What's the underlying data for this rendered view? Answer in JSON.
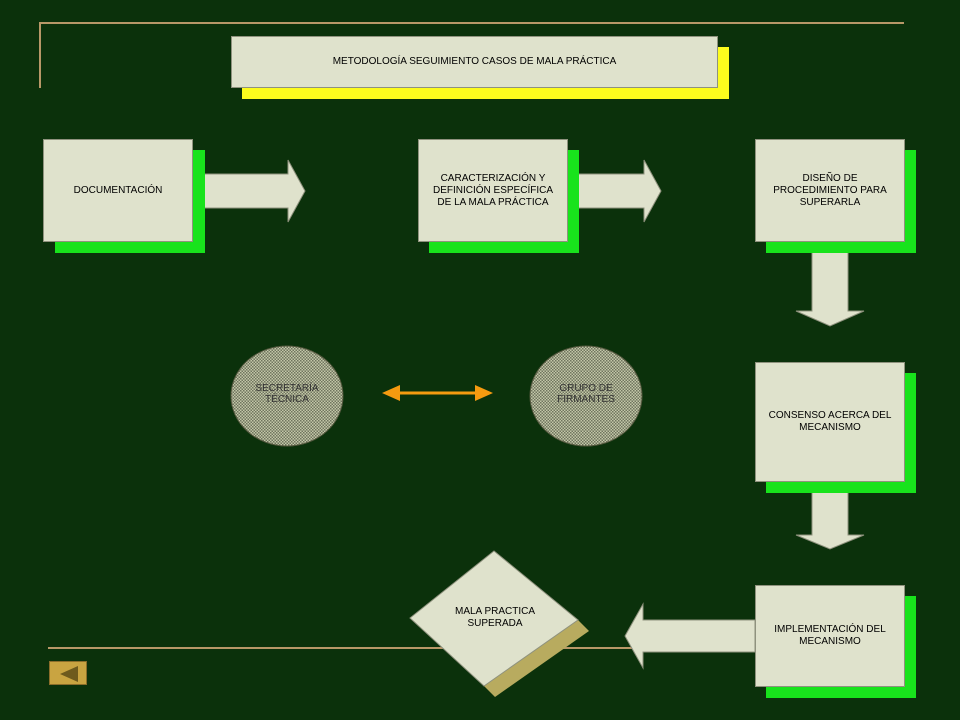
{
  "title": "METODOLOGÍA SEGUIMIENTO CASOS DE MALA PRÁCTICA",
  "steps": {
    "documentacion": "DOCUMENTACIÓN",
    "caracterizacion": "CARACTERIZACIÓN Y DEFINICIÓN ESPECÍFICA DE LA MALA PRÁCTICA",
    "diseno": "DISEÑO DE PROCEDIMIENTO PARA SUPERARLA",
    "consenso": "CONSENSO ACERCA DEL MECANISMO",
    "implementacion": "IMPLEMENTACIÓN DEL MECANISMO",
    "superada": "MALA PRACTICA SUPERADA"
  },
  "actors": {
    "secretaria": "SECRETARÍA TÉCNICA",
    "firmantes": "GRUPO DE FIRMANTES"
  },
  "colors": {
    "background": "#0b310b",
    "box": "#dfe2cc",
    "shadow_green": "#18e31c",
    "shadow_yellow": "#fdfc1d",
    "accent_orange": "#f59a10",
    "rule": "#b89868"
  }
}
